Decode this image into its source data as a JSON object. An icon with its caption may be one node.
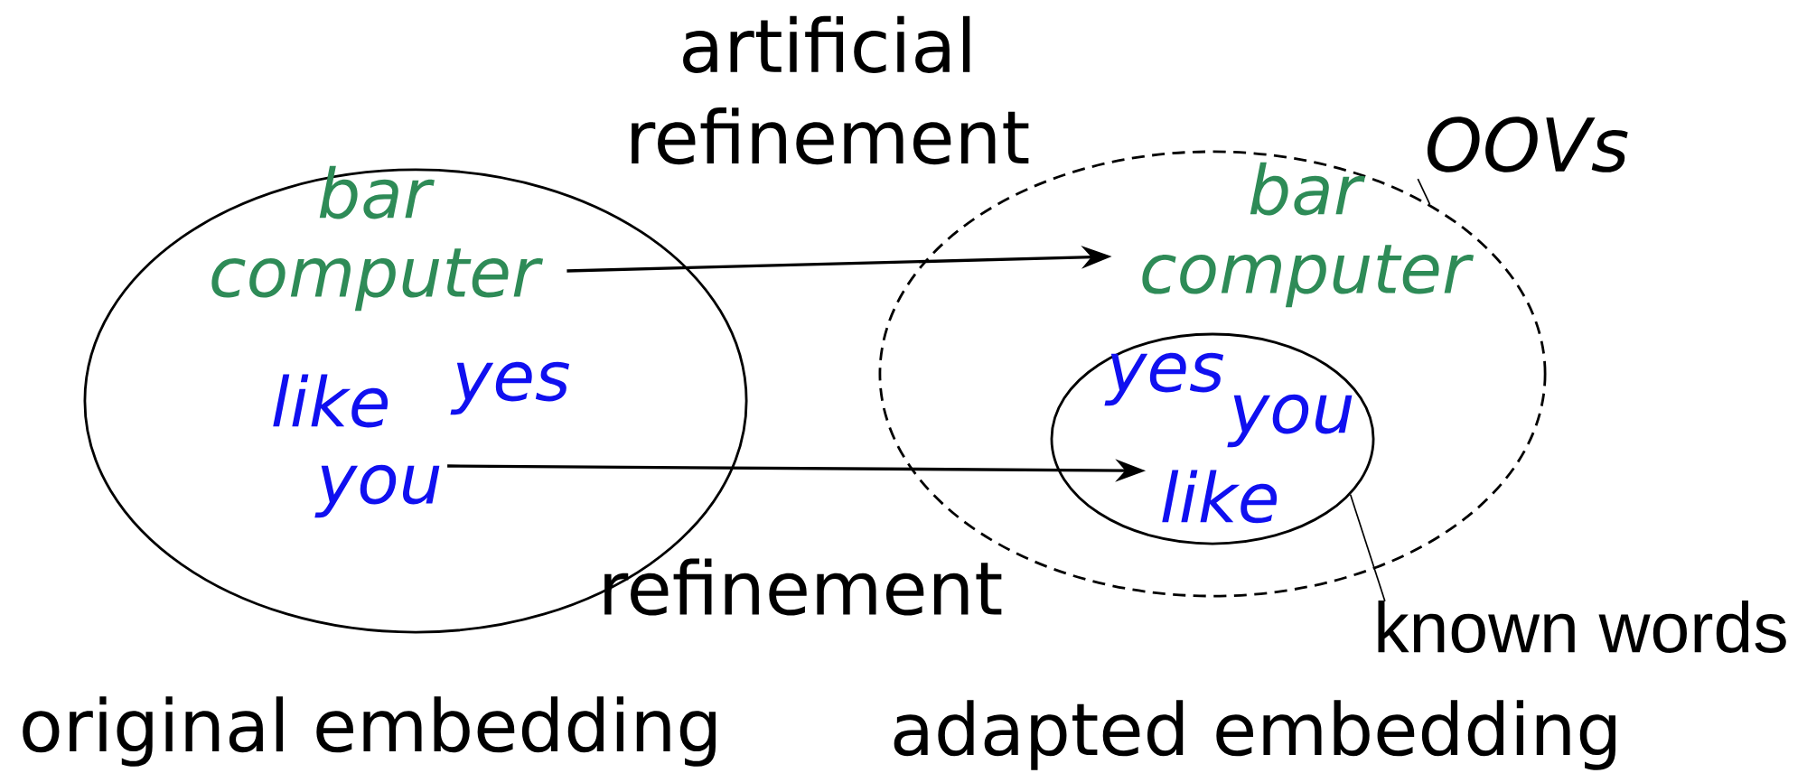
{
  "diagram": {
    "nodes": [
      {
        "text": [],
        "shape": "ellipse"
      },
      {
        "text": [
          "bar computer"
        ],
        "in": 0
      },
      {
        "text": [
          "like"
        ],
        "in": 0
      },
      {
        "text": [
          "yes"
        ],
        "in": 0
      },
      {
        "text": [
          "you"
        ],
        "in": 0
      },
      {
        "text": [],
        "shape": "ellipse"
      },
      {
        "text": [
          "bar computer"
        ],
        "in": 5
      },
      {
        "text": [],
        "shape": "ellipse",
        "in": 5
      },
      {
        "text": [
          "yes"
        ],
        "in": 7
      },
      {
        "text": [
          "you"
        ],
        "in": 7
      },
      {
        "text": [
          "like"
        ],
        "in": 7
      },
      {
        "text": [
          "OOVs"
        ]
      },
      {
        "text": [
          "known words"
        ]
      }
    ],
    "edges": [
      {
        "from": 1,
        "to": 6,
        "arrow": "to",
        "label": "artificial refinement"
      },
      {
        "from": 4,
        "to": 10,
        "arrow": "to",
        "label": "refinement"
      },
      {
        "from": 11,
        "to": 5,
        "arrow": "none"
      },
      {
        "from": 12,
        "to": 7,
        "arrow": "none"
      }
    ],
    "labels": [
      "original embedding",
      "adapted embedding"
    ]
  }
}
